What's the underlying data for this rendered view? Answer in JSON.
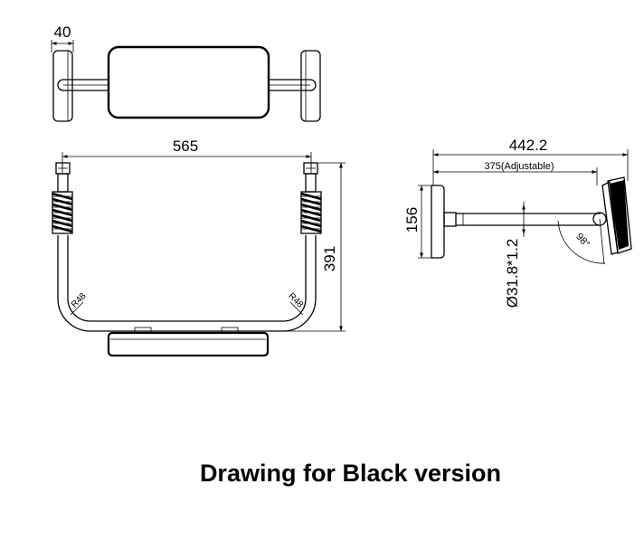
{
  "top_view": {
    "depth_label": "40"
  },
  "front_view": {
    "width_label": "565",
    "height_label": "391",
    "radius_left": "R48",
    "radius_right": "R48"
  },
  "side_view": {
    "projection_label": "442.2",
    "adjustable_label": "375(Adjustable)",
    "plate_height_label": "156",
    "tube_label": "Ø31.8*1.2",
    "angle_label": "98°"
  },
  "caption": "Drawing for Black version"
}
